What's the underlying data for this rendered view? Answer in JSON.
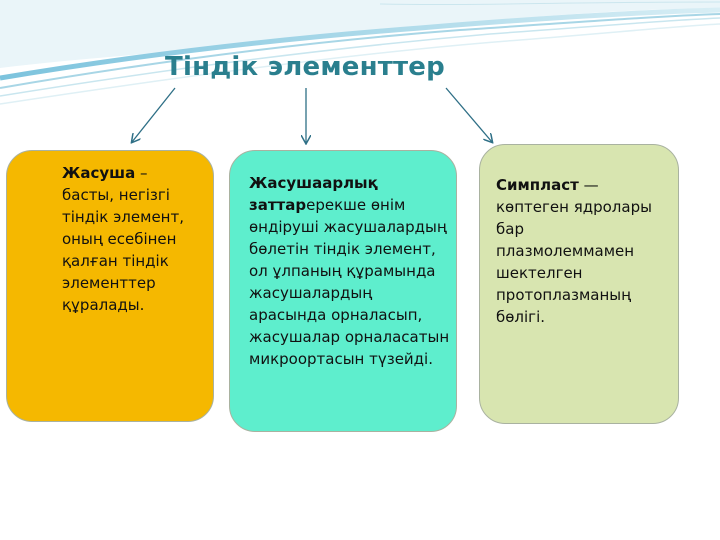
{
  "title": "Тіндік элементтер",
  "cards": [
    {
      "term": "Жасуша",
      "definition": " – басты, негізгі тіндік элемент, оның есебінен қалған тіндік элементтер құралады."
    },
    {
      "term": "Жасушаарлық заттар",
      "definition": "ерекше өнім өндіруші жасушалардың бөлетін тіндік элемент, ол ұлпаның құрамында жасушалардың арасында орналасып, жасушалар орналасатын микроортасын түзейді."
    },
    {
      "term": "Симпласт",
      "definition": " — көптеген ядролары бар плазмолеммамен шектелген протоплазманың бөлігі."
    }
  ],
  "colors": {
    "title": "#2a7f8e",
    "card1": "#f5b800",
    "card2": "#5eeecd",
    "card3": "#d8e5b0",
    "arrow": "#2e6f86"
  }
}
